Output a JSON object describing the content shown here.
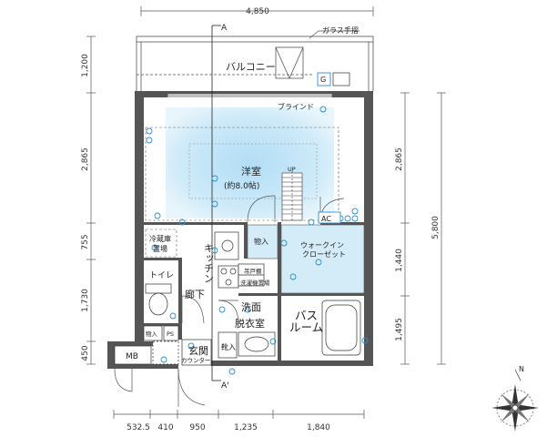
{
  "dimensions": {
    "top_total": "4,850",
    "left": [
      "1,200",
      "2,865",
      "755",
      "1,730",
      "450"
    ],
    "right": [
      "2,865",
      "1,440",
      "1,495"
    ],
    "right_total": "5,800",
    "bottom": [
      "532.5",
      "410",
      "950",
      "1,235",
      "1,840"
    ]
  },
  "section_marks": {
    "top": "A",
    "bottom": "A'"
  },
  "labels": {
    "glass_railing": "ガラス手摺",
    "balcony": "バルコニー",
    "blind": "ブラインド",
    "g_mark": "G",
    "western_room": "洋室",
    "western_room_size": "(約8.0帖)",
    "up": "UP",
    "ac": "AC",
    "fridge_line1": "冷蔵庫",
    "fridge_line2": "置場",
    "storage": "物入",
    "kitchen": "キッチン",
    "corridor": "廊下",
    "walk_in_line1": "ウォークイン",
    "walk_in_line2": "クローゼット",
    "hanging_cabinet": "吊戸棚",
    "washer_space": "洗濯機置場",
    "toilet": "トイレ",
    "washroom_line1": "洗面",
    "washroom_line2": "脱衣室",
    "bath_line1": "バス",
    "bath_line2": "ルーム",
    "storage_small": "物入",
    "ps": "PS",
    "mb": "MB",
    "entrance": "玄関",
    "shoe_box": "靴入",
    "counter": "カウンター",
    "north": "N"
  },
  "colors": {
    "wall": "#555555",
    "room_fill": "#d3ecf8",
    "light_glow": "#bfe3f7",
    "outlet": "#2a8fd0",
    "line": "#333333"
  }
}
